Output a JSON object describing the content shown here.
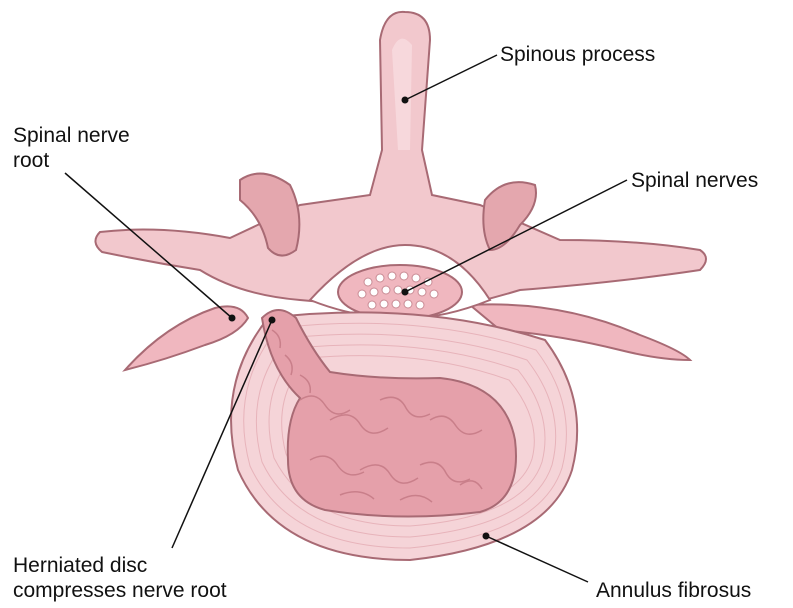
{
  "labels": {
    "spinous_process": "Spinous process",
    "spinal_nerve_root": [
      "Spinal nerve",
      "root"
    ],
    "spinal_nerves": "Spinal nerves",
    "herniated_disc": [
      "Herniated disc",
      "compresses nerve root"
    ],
    "annulus_fibrosus": "Annulus fibrosus"
  },
  "colors": {
    "bone_fill": "#f2c8cd",
    "bone_shade": "#e4a7ae",
    "bone_outline": "#a86a74",
    "annulus_fill": "#f5d4d8",
    "nucleus_fill": "#e5a0aa",
    "nerve_fill": "#f0b7bf",
    "leader_line": "#111111"
  }
}
